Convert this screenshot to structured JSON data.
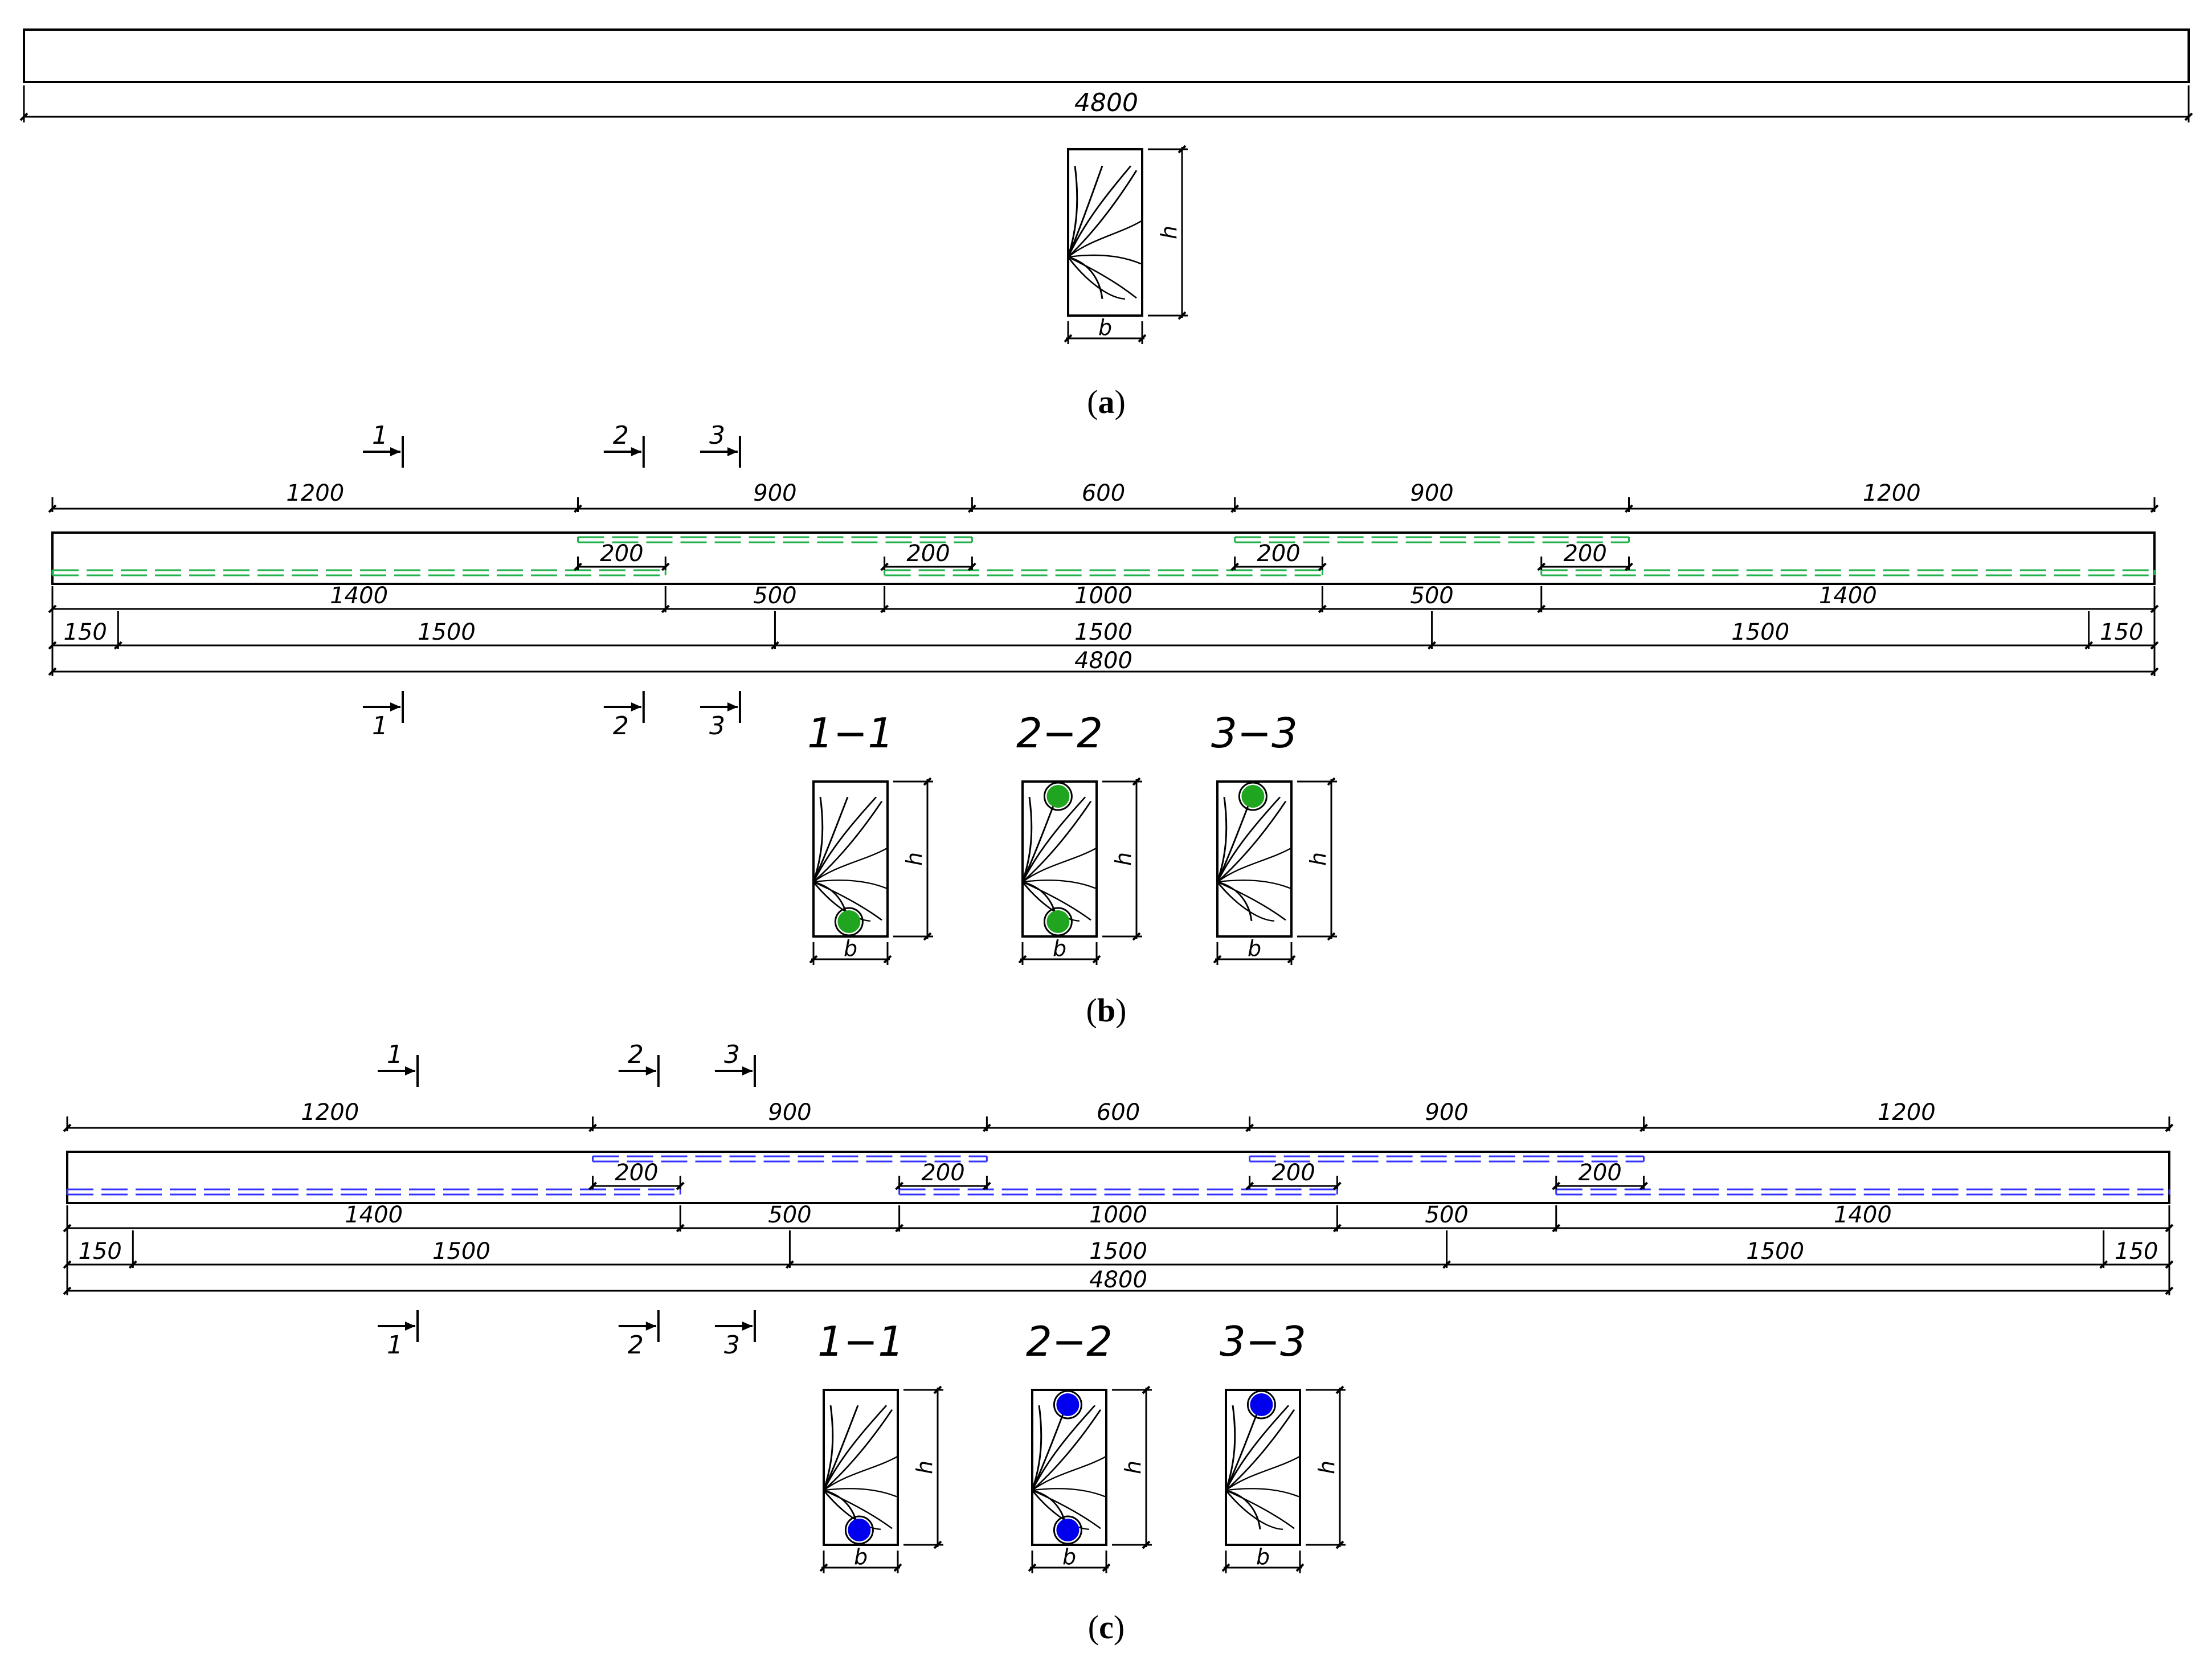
{
  "colors": {
    "line": "#000000",
    "green_reinforcement": "#22b14c",
    "green_bar_fill": "#1fa51f",
    "blue_reinforcement": "#3333ff",
    "blue_bar_fill": "#0000ee"
  },
  "panel_a": {
    "caption": {
      "open": "(",
      "letter": "a",
      "close": ")"
    },
    "length_label": "4800",
    "section": {
      "b_label": "b",
      "h_label": "h"
    }
  },
  "panel_b": {
    "caption": {
      "open": "(",
      "letter": "b",
      "close": ")"
    },
    "top_dims": [
      "1200",
      "900",
      "600",
      "900",
      "1200"
    ],
    "overlap_labels": [
      "200",
      "200",
      "200",
      "200"
    ],
    "bottom_row_1": [
      "1400",
      "500",
      "1000",
      "500",
      "1400"
    ],
    "bottom_row_2": [
      "150",
      "1500",
      "1500",
      "1500",
      "150"
    ],
    "total_length": "4800",
    "cut_markers": [
      "1",
      "2",
      "3"
    ],
    "sections": [
      {
        "title": "1−1",
        "b_label": "b",
        "h_label": "h"
      },
      {
        "title": "2−2",
        "b_label": "b",
        "h_label": "h"
      },
      {
        "title": "3−3",
        "b_label": "b",
        "h_label": "h"
      }
    ]
  },
  "panel_c": {
    "caption": {
      "open": "(",
      "letter": "c",
      "close": ")"
    },
    "top_dims": [
      "1200",
      "900",
      "600",
      "900",
      "1200"
    ],
    "overlap_labels": [
      "200",
      "200",
      "200",
      "200"
    ],
    "bottom_row_1": [
      "1400",
      "500",
      "1000",
      "500",
      "1400"
    ],
    "bottom_row_2": [
      "150",
      "1500",
      "1500",
      "1500",
      "150"
    ],
    "total_length": "4800",
    "cut_markers": [
      "1",
      "2",
      "3"
    ],
    "sections": [
      {
        "title": "1−1",
        "b_label": "b",
        "h_label": "h"
      },
      {
        "title": "2−2",
        "b_label": "b",
        "h_label": "h"
      },
      {
        "title": "3−3",
        "b_label": "b",
        "h_label": "h"
      }
    ]
  }
}
